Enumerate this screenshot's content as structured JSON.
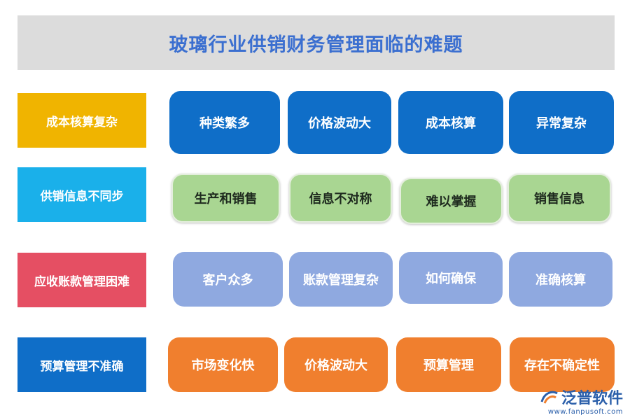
{
  "title": "玻璃行业供销财务管理面临的难题",
  "rows": [
    {
      "label": "成本核算复杂",
      "color": "#f0b400",
      "items": [
        "种类繁多",
        "价格波动大",
        "成本核算",
        "异常复杂"
      ]
    },
    {
      "label": "供销信息不同步",
      "color": "#1ab0ea",
      "items": [
        "生产和销售",
        "信息不对称",
        "难以掌握",
        "销售信息"
      ]
    },
    {
      "label": "应收账款管理困难",
      "color": "#e54f63",
      "items": [
        "客户众多",
        "账款管理复杂",
        "如何确保",
        "准确核算"
      ]
    },
    {
      "label": "预算管理不准确",
      "color": "#0f6ec8",
      "items": [
        "市场变化快",
        "价格波动大",
        "预算管理",
        "存在不确定性"
      ]
    }
  ],
  "logo": {
    "name": "泛普软件",
    "url": "www.fanpusoft.com",
    "icon": "fanpu-logo-icon"
  }
}
